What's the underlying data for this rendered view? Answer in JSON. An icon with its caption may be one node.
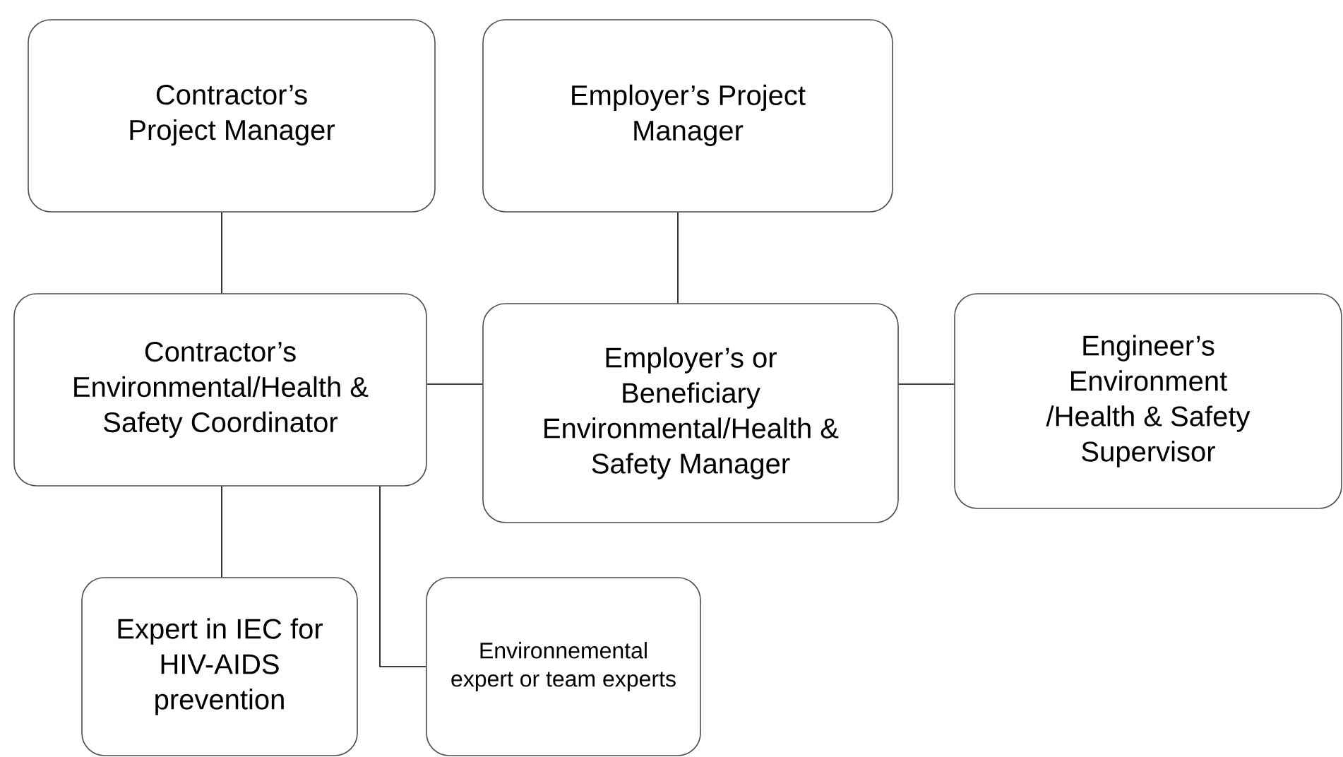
{
  "diagram": {
    "nodes": [
      {
        "text": [
          "Contractor’s Project Manager"
        ]
      },
      {
        "text": [
          "Employer’s Project Manager"
        ]
      },
      {
        "text": [
          "Contractor’s Environmental/Health & Safety Coordinator"
        ]
      },
      {
        "text": [
          "Employer’s or Beneficiary Environmental/Health & Safety Manager"
        ]
      },
      {
        "text": [
          "Engineer’s Environment /Health & Safety Supervisor"
        ]
      },
      {
        "text": [
          "Expert in IEC for HIV-AIDS prevention"
        ]
      },
      {
        "text": [
          "Environnemental expert or team experts"
        ]
      }
    ],
    "edges": [
      {
        "from": 0,
        "to": 2,
        "arrow": "none"
      },
      {
        "from": 1,
        "to": 3,
        "arrow": "none"
      },
      {
        "from": 2,
        "to": 3,
        "arrow": "none"
      },
      {
        "from": 3,
        "to": 4,
        "arrow": "none"
      },
      {
        "from": 2,
        "to": 5,
        "arrow": "none"
      },
      {
        "from": 2,
        "to": 6,
        "arrow": "none"
      }
    ]
  }
}
